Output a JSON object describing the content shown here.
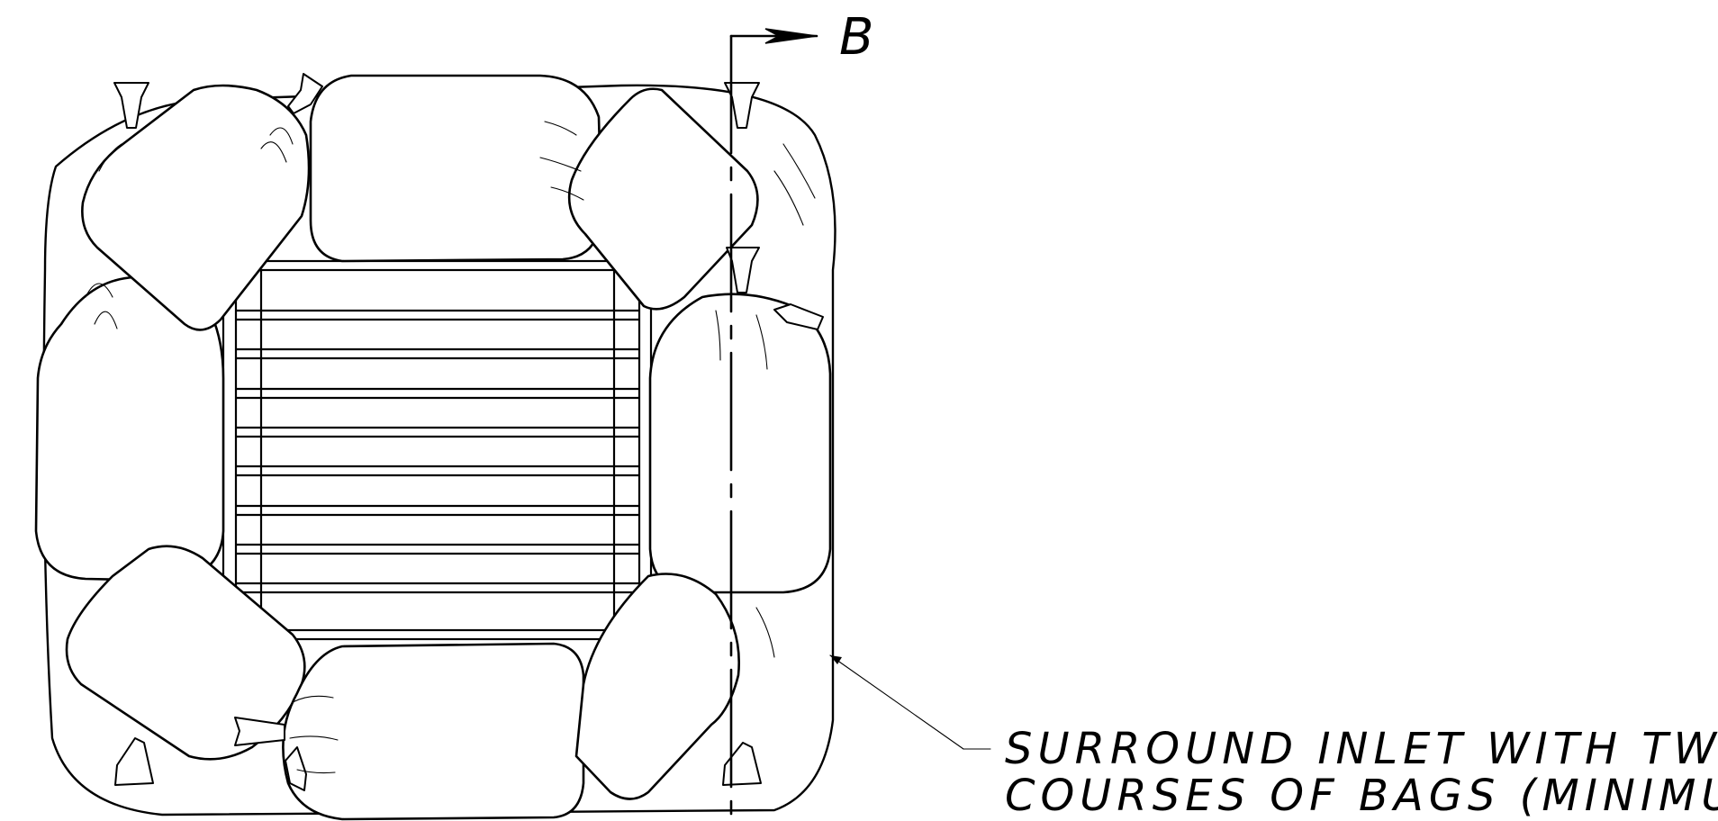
{
  "section_marker": {
    "letter": "B"
  },
  "callout": {
    "line1": "SURROUND INLET WITH TWO",
    "line2": "COURSES OF BAGS (MINIMUM)."
  }
}
